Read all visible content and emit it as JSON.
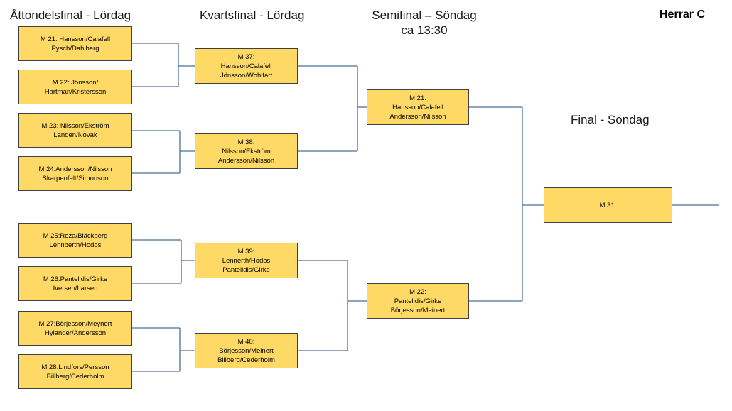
{
  "title": "Herrar C",
  "rounds": {
    "r16": "Åttondelsfinal - Lördag",
    "qf": "Kvartsfinal - Lördag",
    "sf_line1": "Semifinal – Söndag",
    "sf_line2": "ca 13:30",
    "final": "Final - Söndag"
  },
  "matches": {
    "r16": [
      {
        "l1": "M 21: Hansson/Calafell",
        "l2": "Pysch/Dahlberg"
      },
      {
        "l1": "M 22: Jönsson/",
        "l2": "Hartman/Kristersson"
      },
      {
        "l1": "M 23: Nilsson/Ekström",
        "l2": "Landen/Novak"
      },
      {
        "l1": "M 24:Andersson/Nilsson",
        "l2": "Skarpenfelt/Simonson"
      },
      {
        "l1": "M 25:Reza/Bläckberg",
        "l2": "Lennberth/Hodos"
      },
      {
        "l1": "M 26:Pantelidis/Girke",
        "l2": "Iversen/Larsen"
      },
      {
        "l1": "M 27:Börjesson/Meynert",
        "l2": "Hylander/Andersson"
      },
      {
        "l1": "M 28:Lindfors/Persson",
        "l2": "Billberg/Cederholm"
      }
    ],
    "qf": [
      {
        "l1": "M 37:",
        "l2": "Hansson/Calafell",
        "l3": "Jönsson/Wohlfart"
      },
      {
        "l1": "M 38:",
        "l2": "Nilsson/Ekström",
        "l3": "Andersson/Nilsson"
      },
      {
        "l1": "M 39:",
        "l2": "Lennerth/Hodos",
        "l3": "Pantelidis/Girke"
      },
      {
        "l1": "M 40:",
        "l2": "Börjesson/Meinert",
        "l3": "Billberg/Cederholm"
      }
    ],
    "sf": [
      {
        "l1": "M 21:",
        "l2": "Hansson/Calafell",
        "l3": "Andersson/Nilsson"
      },
      {
        "l1": "M 22:",
        "l2": "Pantelidis/Girke",
        "l3": "Börjesson/Meinert"
      }
    ],
    "final": {
      "l1": "M 31:"
    }
  }
}
